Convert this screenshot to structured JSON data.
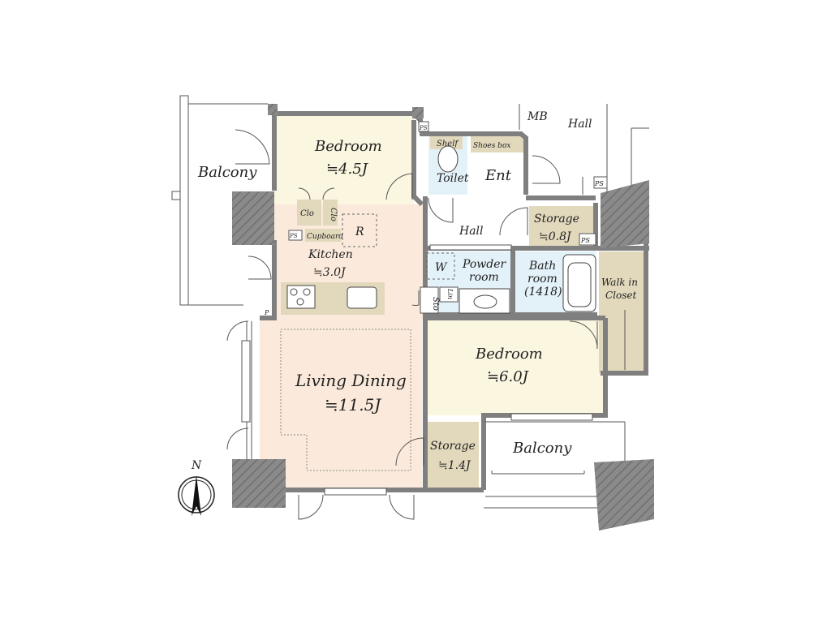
{
  "plan": {
    "compass_letter": "N",
    "rooms": {
      "bedroom1": {
        "name": "Bedroom",
        "size": "≒4.5J"
      },
      "bedroom2": {
        "name": "Bedroom",
        "size": "≒6.0J"
      },
      "kitchen": {
        "name": "Kitchen",
        "size": "≒3.0J"
      },
      "living": {
        "name": "Living Dining",
        "size": "≒11.5J"
      },
      "storage1": {
        "name": "Storage",
        "size": "≒0.8J"
      },
      "storage2": {
        "name": "Storage",
        "size": "≒1.4J"
      },
      "toilet": {
        "name": "Toilet"
      },
      "ent": {
        "name": "Ent"
      },
      "powder": {
        "line1": "Powder",
        "line2": "room"
      },
      "bath": {
        "line1": "Bath",
        "line2": "room",
        "line3": "(1418)"
      },
      "walkin": {
        "line1": "Walk in",
        "line2": "Closet"
      },
      "hall_inner": {
        "name": "Hall"
      }
    },
    "fixtures": {
      "balcony_west": "Balcony",
      "balcony_south": "Balcony",
      "hall_outer": "Hall",
      "mb": "MB",
      "shoes_box": "Shoes box",
      "shelf": "Shelf",
      "clo1": "Clo",
      "clo2": "Clo",
      "cupboard": "Cupboard",
      "fridge": "R",
      "washer": "W",
      "linen": "Lin",
      "sto": "Sto",
      "ps1": "PS",
      "ps2": "PS",
      "ps3": "PS",
      "ps4": "PS",
      "p": "P"
    },
    "colors": {
      "wall": "#7f7f7f",
      "bedroom": "#fbf6e0",
      "living": "#fbeadb",
      "wet": "#e3f1f8",
      "storage": "#e2d9bd",
      "column": "#8a8a8a"
    }
  }
}
